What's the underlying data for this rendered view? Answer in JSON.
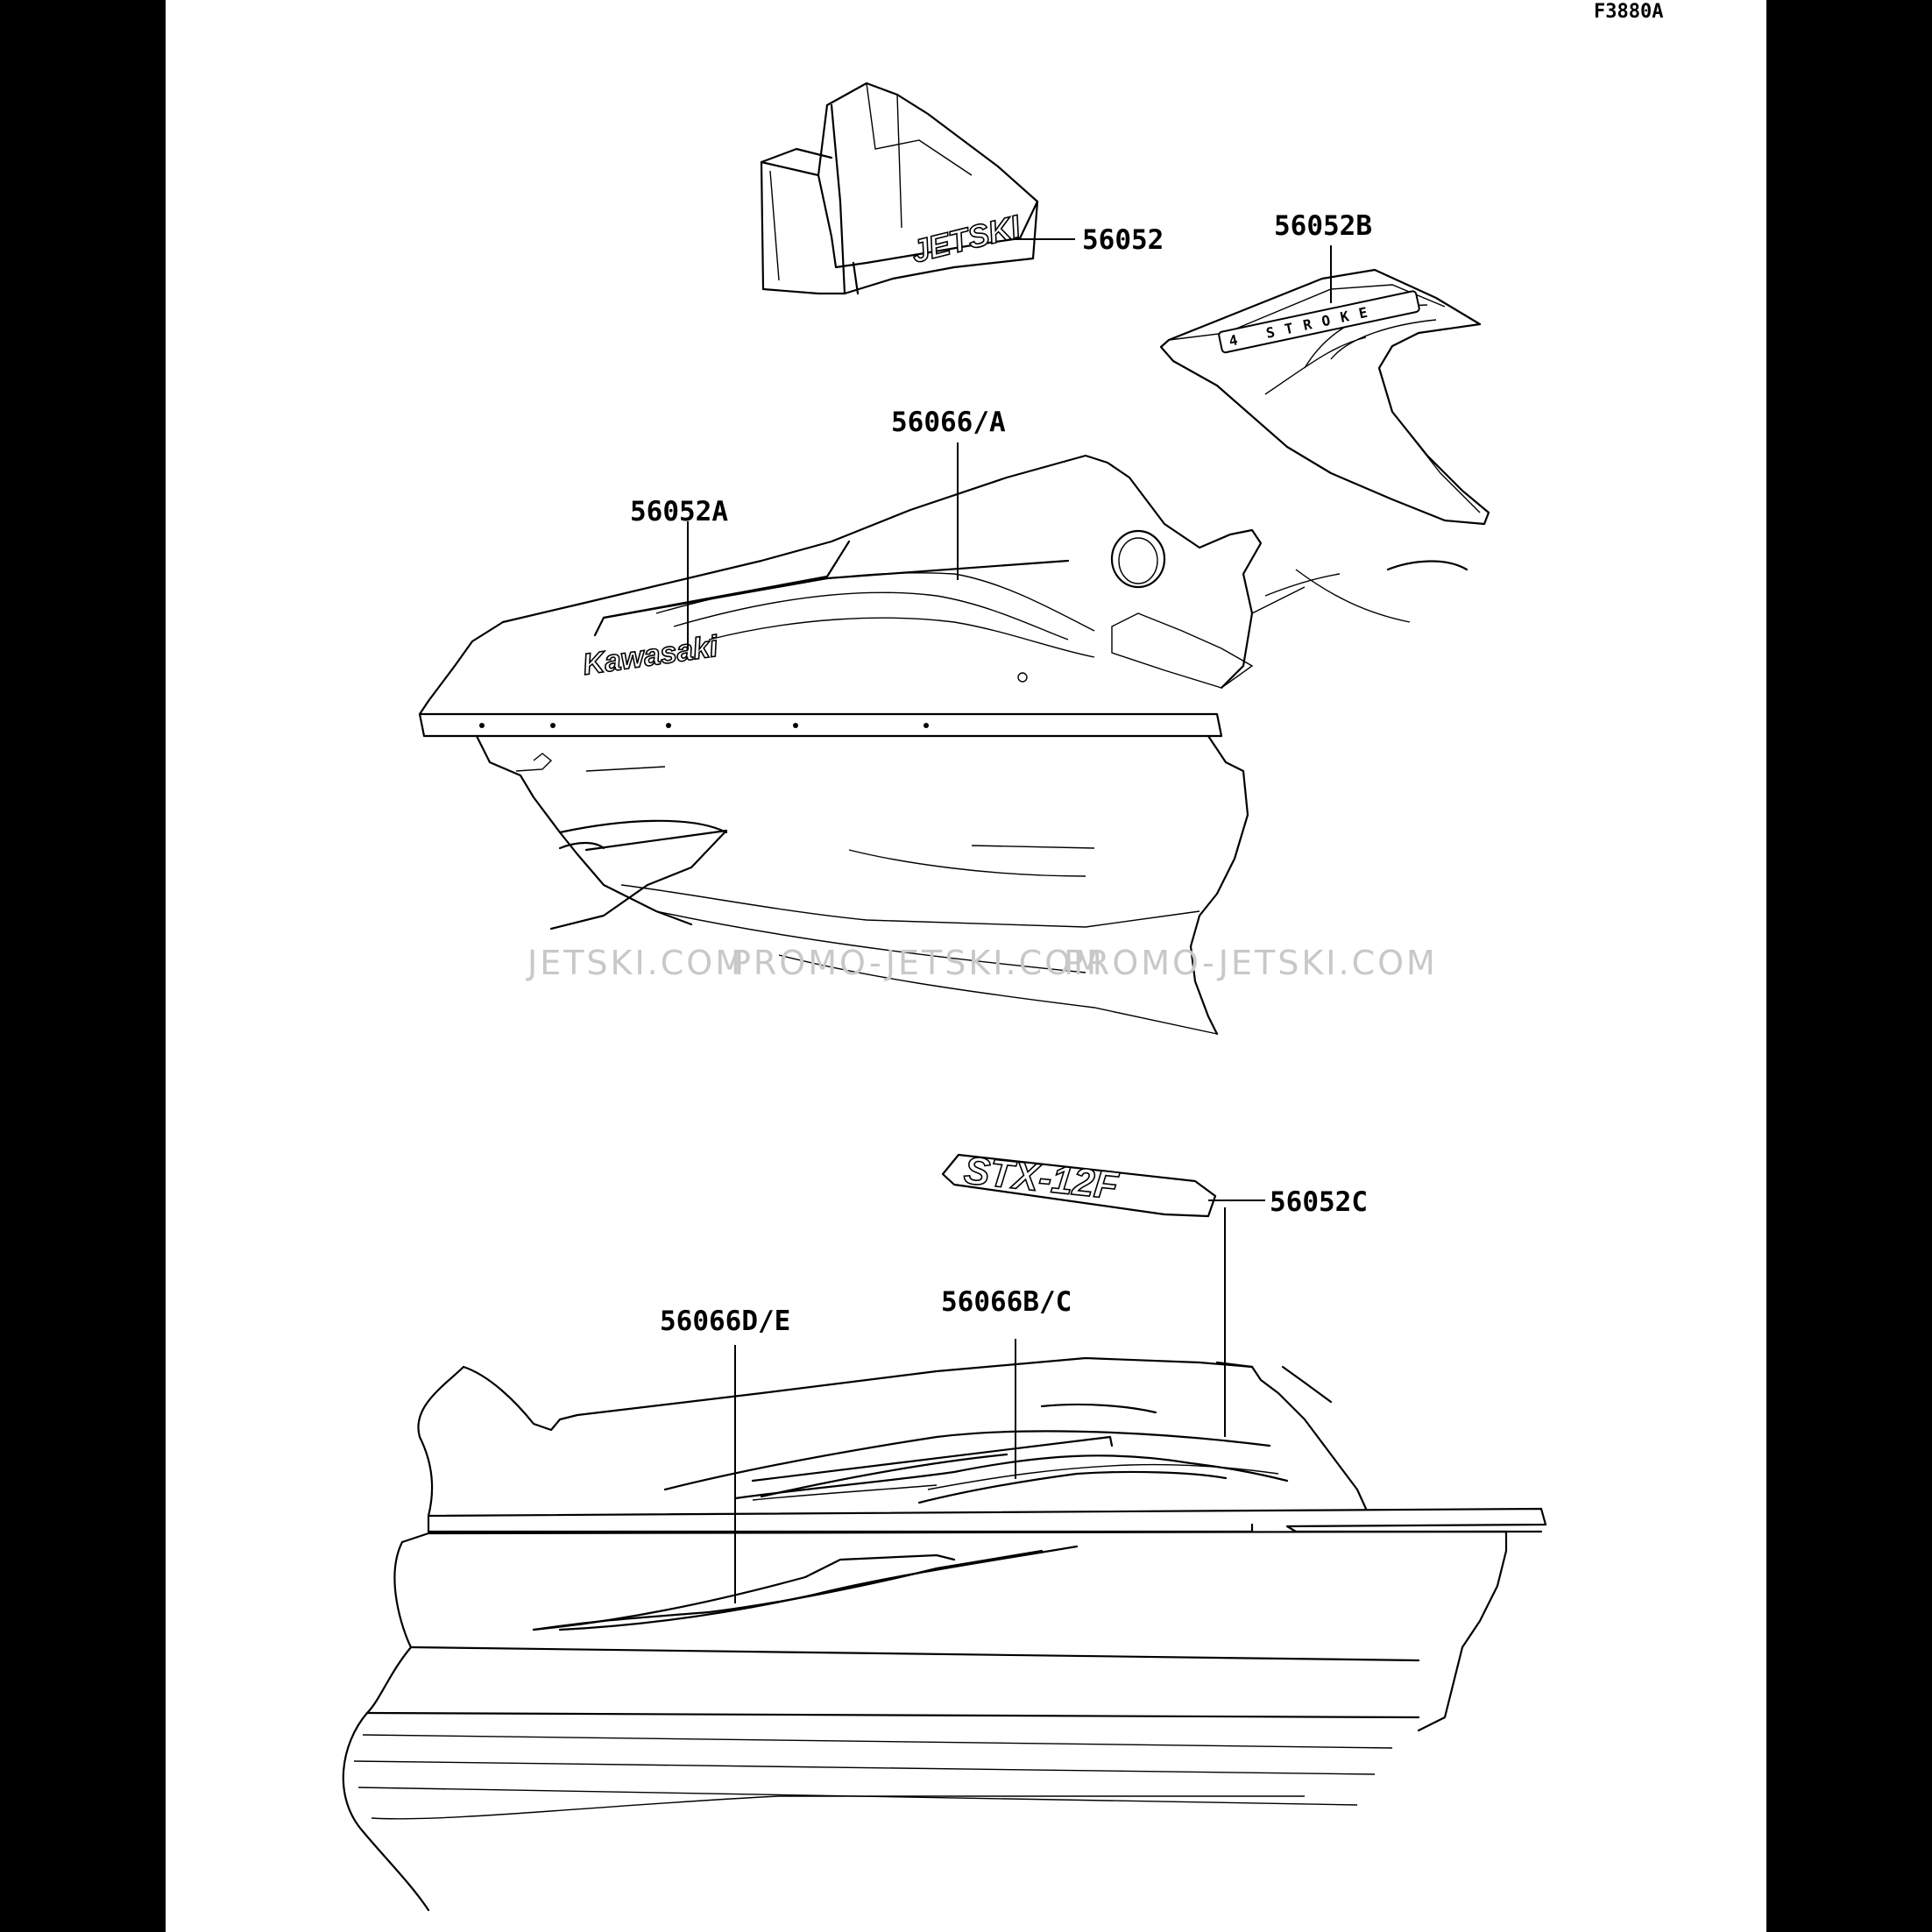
{
  "figure_id": "F3880A",
  "callouts": {
    "p56052": "56052",
    "p56052B": "56052B",
    "p56066A": "56066/A",
    "p56052A": "56052A",
    "p56052C": "56052C",
    "p56066BC": "56066B/C",
    "p56066DE": "56066D/E"
  },
  "decals": {
    "jetski": "JETSKI",
    "stroke": "4 STROKE",
    "kawasaki": "Kawasaki",
    "model": "STX-12F"
  },
  "watermark": [
    "JETSKI.COM",
    "PROMO-JETSKI.COM",
    "PROMO-JETSKI.COM"
  ]
}
